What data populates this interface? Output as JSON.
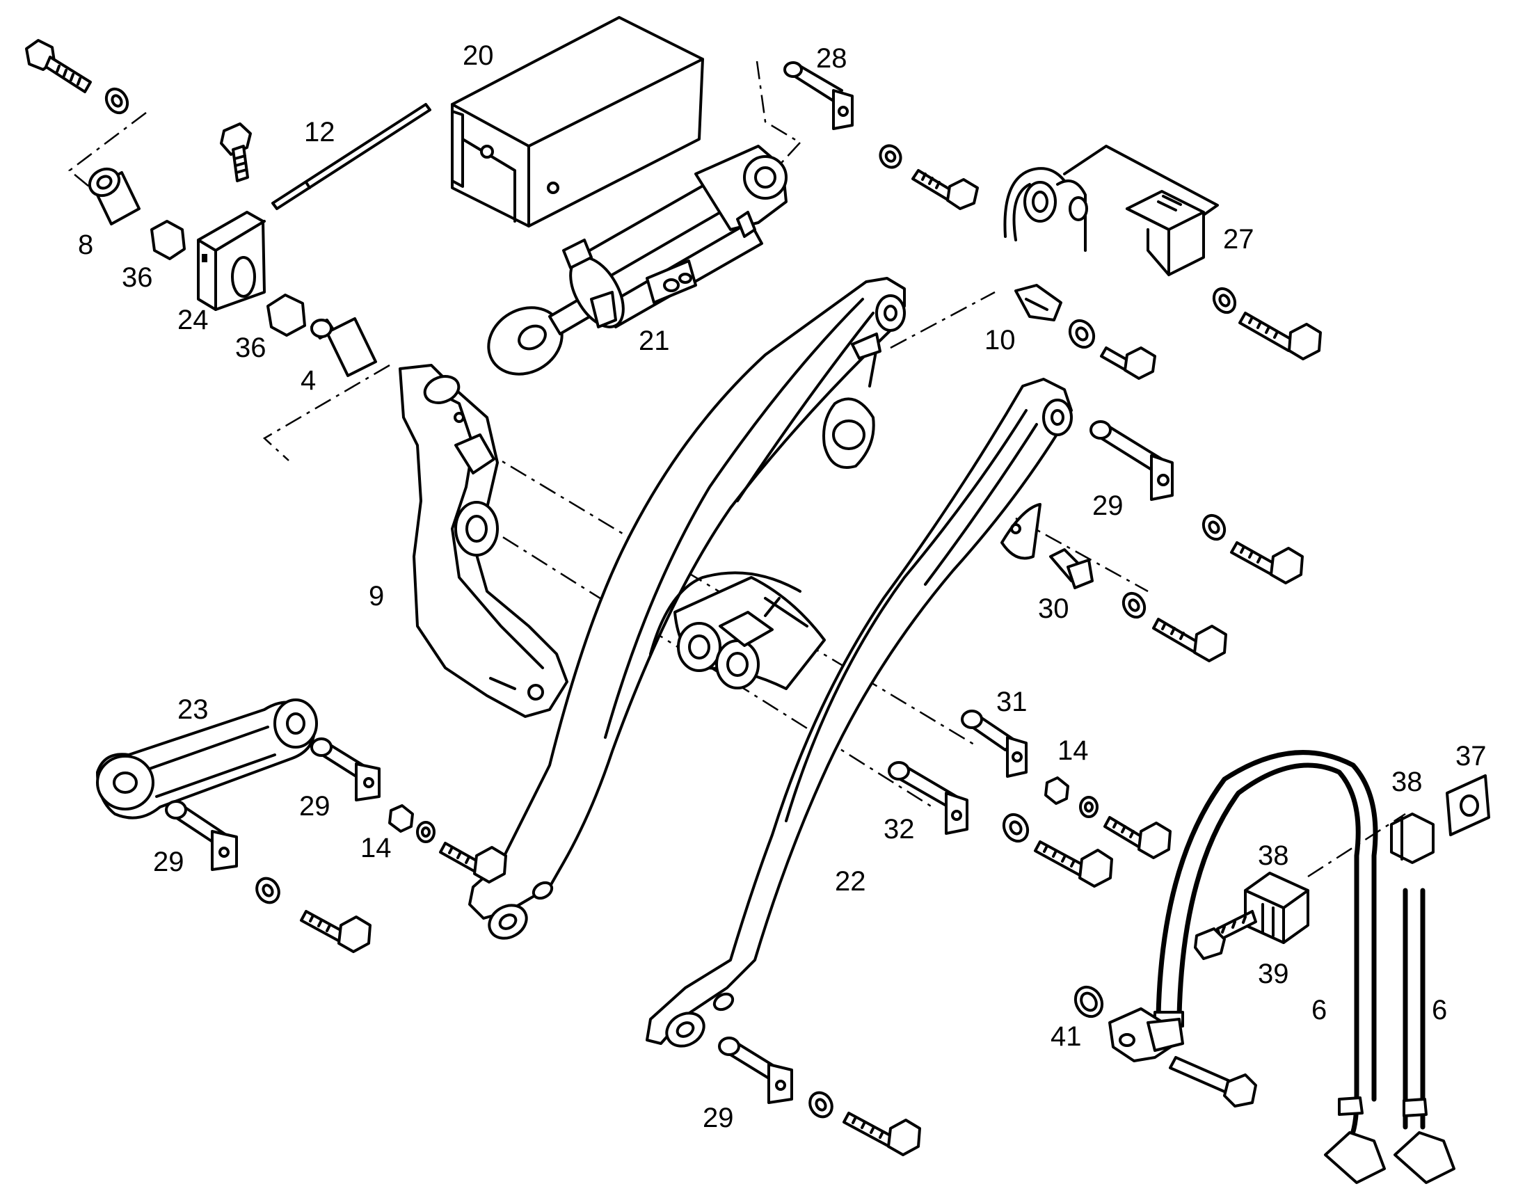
{
  "labels": {
    "p20": "20",
    "p28": "28",
    "p12": "12",
    "p8": "8",
    "p36a": "36",
    "p24": "24",
    "p36b": "36",
    "p4": "4",
    "p21": "21",
    "p27": "27",
    "p10": "10",
    "p29a": "29",
    "p30": "30",
    "p9": "9",
    "p23": "23",
    "p29b": "29",
    "p14a": "14",
    "p29c": "29",
    "p31": "31",
    "p14b": "14",
    "p32": "32",
    "p22": "22",
    "p37": "37",
    "p38a": "38",
    "p38b": "38",
    "p39": "39",
    "p41": "41",
    "p6a": "6",
    "p6b": "6",
    "p29d": "29"
  }
}
